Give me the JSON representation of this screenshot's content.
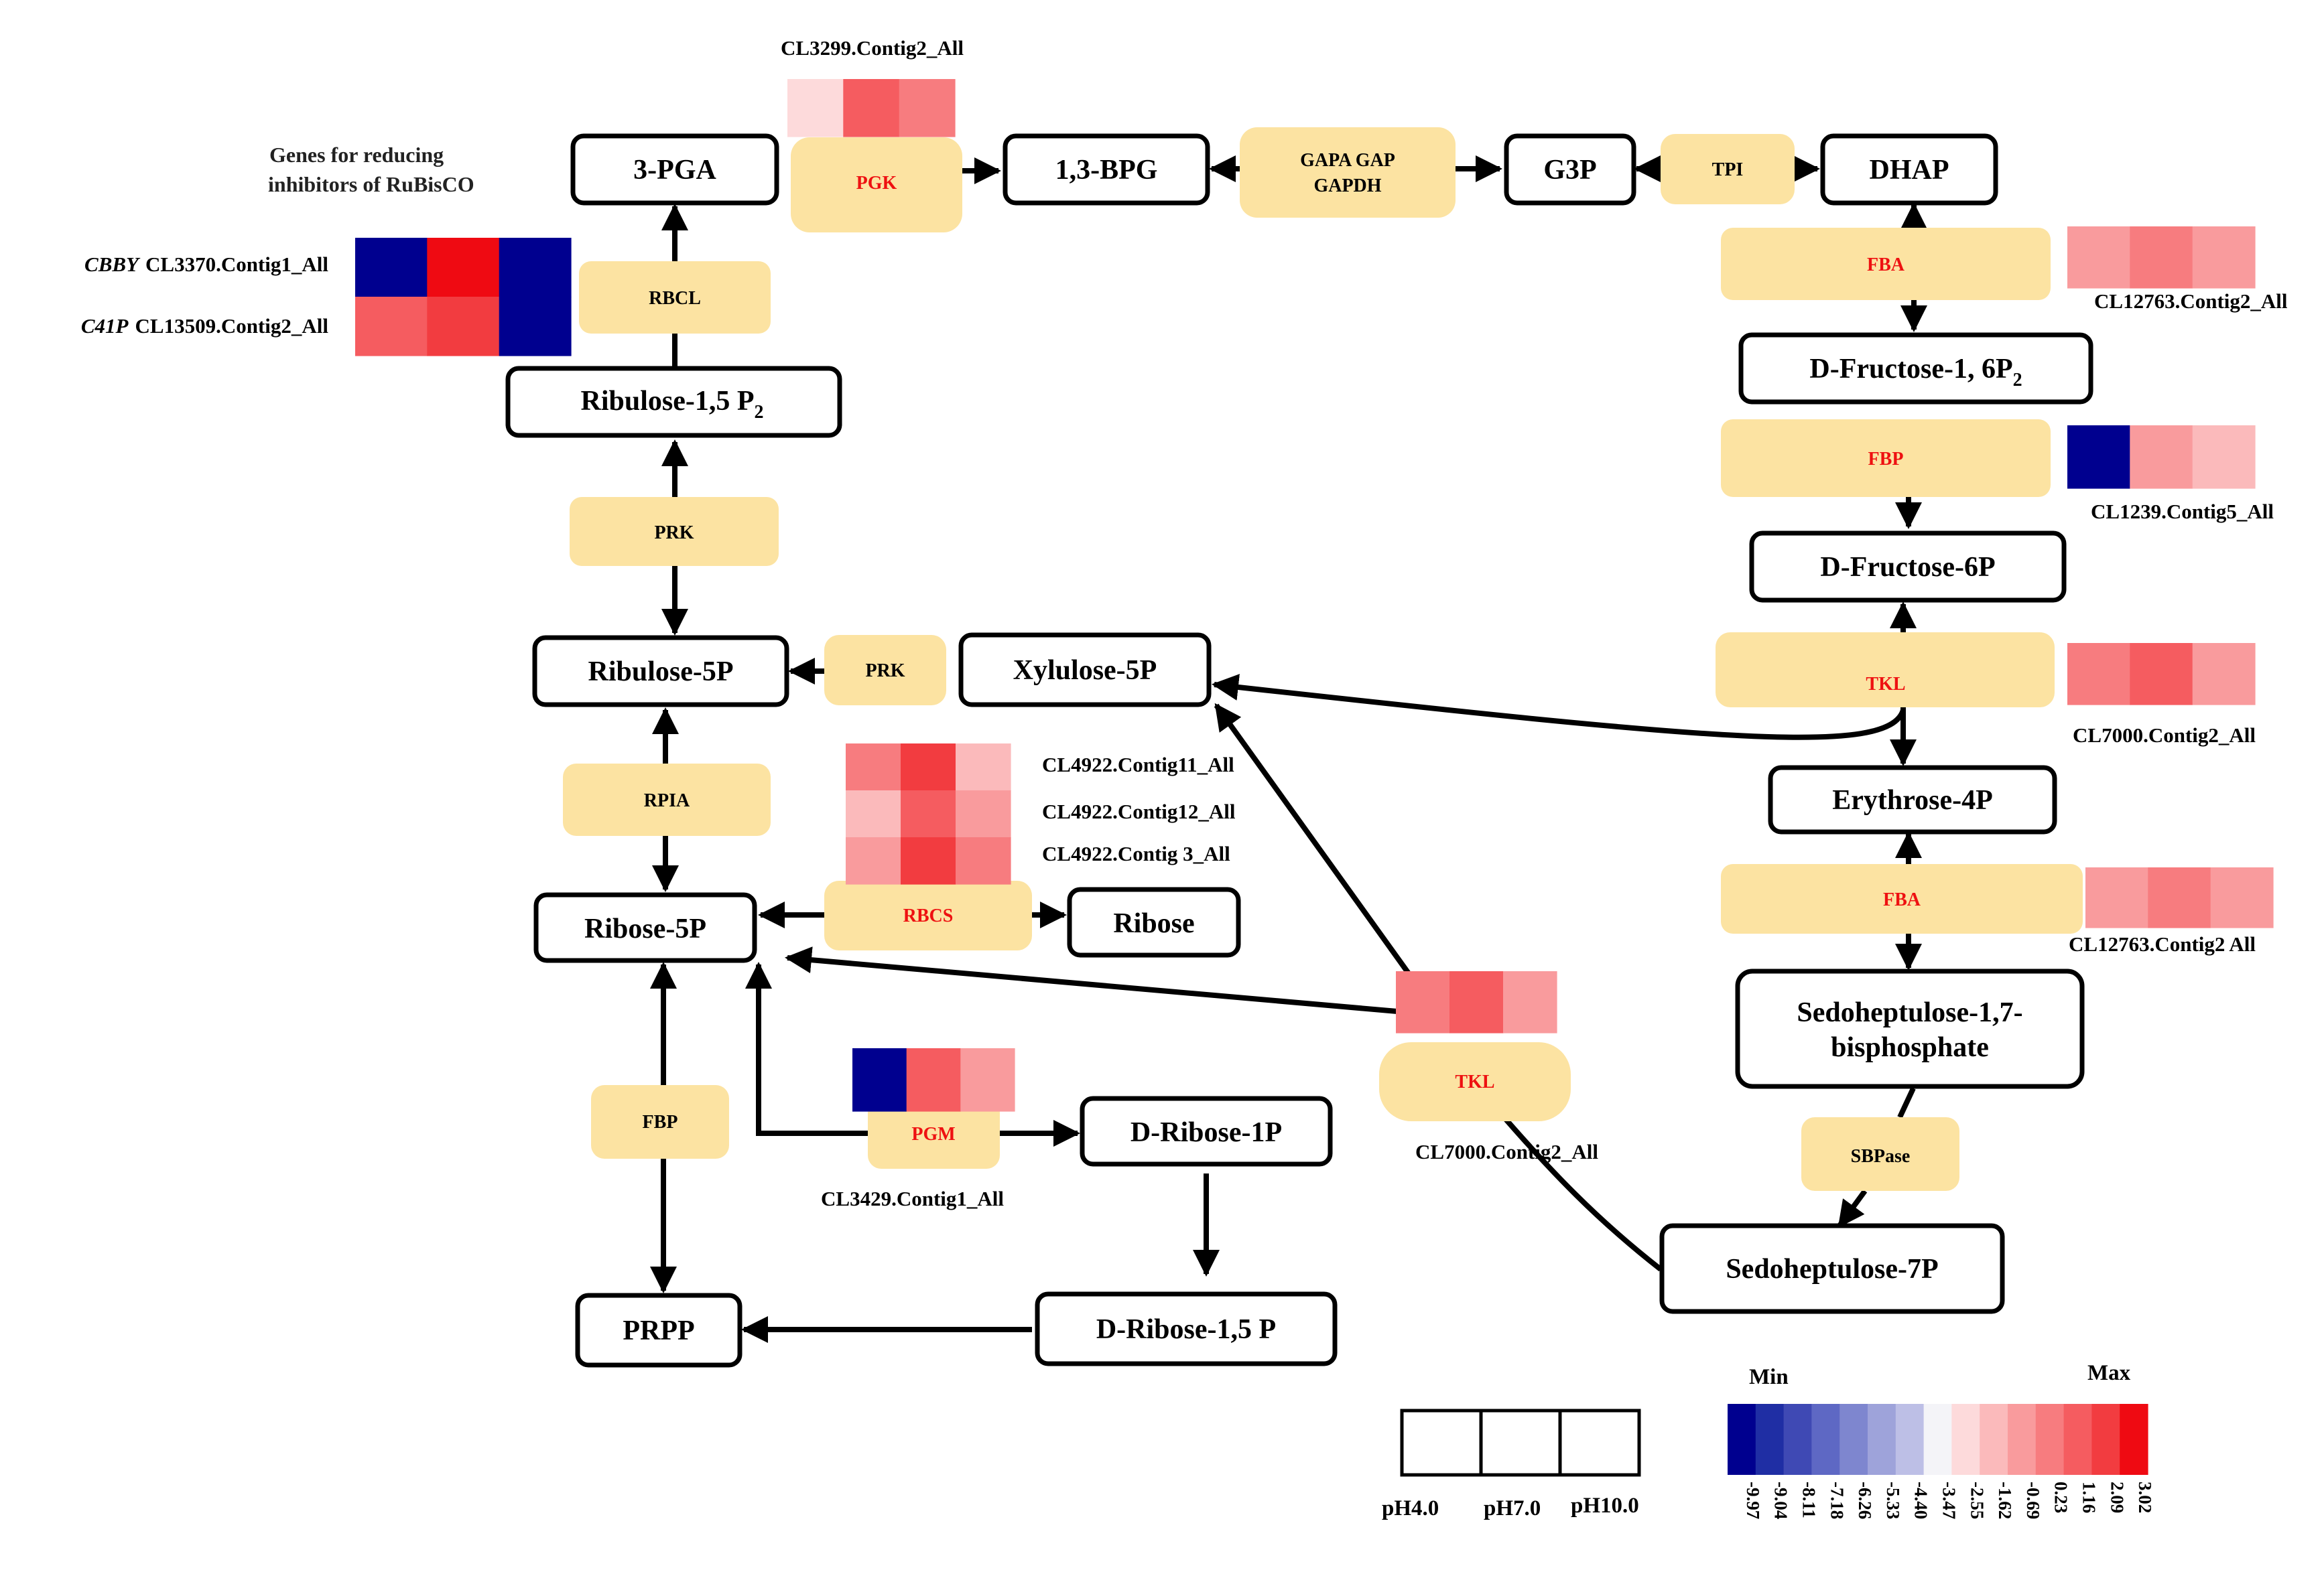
{
  "colors": {
    "enzyme_fill": "#fce3a2",
    "box_stroke": "#000000",
    "enzyme_red": "#ee1111"
  },
  "scale": {
    "min_label": "Min",
    "max_label": "Max",
    "ticks": [
      "-9.97",
      "-9.04",
      "-8.11",
      "-7.18",
      "-6.26",
      "-5.33",
      "-4.40",
      "-3.47",
      "-2.55",
      "-1.62",
      "-0.69",
      "0.23",
      "1.16",
      "2.09",
      "3.02"
    ],
    "colors": [
      "#00008f",
      "#1f2ea4",
      "#3f49b4",
      "#5e68c4",
      "#7e86cf",
      "#9ea3da",
      "#bdbfe6",
      "#f4f4f8",
      "#fddadb",
      "#fbbabb",
      "#f99b9d",
      "#f77c7f",
      "#f55c60",
      "#f23c40",
      "#ef0a12"
    ]
  },
  "sample_legend": {
    "labels": [
      "pH4.0",
      "pH7.0",
      "pH10.0"
    ]
  },
  "note": {
    "lines": [
      "Genes for reducing",
      "inhibitors of RuBisCO"
    ]
  },
  "metabolites": {
    "pga": "3-PGA",
    "bpg": "1,3-BPG",
    "g3p": "G3P",
    "dhap": "DHAP",
    "rubp": "Ribulose-1,5 P",
    "rubp_sub": "2",
    "fbp_met": "D-Fructose-1, 6P",
    "fbp_met_sub": "2",
    "f6p": "D-Fructose-6P",
    "ru5p": "Ribulose-5P",
    "xu5p": "Xylulose-5P",
    "e4p": "Erythrose-4P",
    "r5p": "Ribose-5P",
    "ribose": "Ribose",
    "sbp_1": "Sedoheptulose-1,7-",
    "sbp_2": "bisphosphate",
    "r1p": "D-Ribose-1P",
    "prpp": "PRPP",
    "r15p": "D-Ribose-1,5 P",
    "s7p": "Sedoheptulose-7P"
  },
  "enzymes": {
    "pgk": "PGK",
    "gapa_1": "GAPA  GAP",
    "gapa_2": "GAPDH",
    "tpi": "TPI",
    "fba_top": "FBA",
    "rbcl": "RBCL",
    "fbp_right": "FBP",
    "prk_vert": "PRK",
    "prk_horiz": "PRK",
    "tkl_right": "TKL",
    "rpia": "RPIA",
    "rbcs": "RBCS",
    "fba_bottom": "FBA",
    "tkl_mid": "TKL",
    "fbp_left": "FBP",
    "pgm": "PGM",
    "sbpase": "SBPase"
  },
  "genes": {
    "cl3299": "CL3299.Contig2_All",
    "cbby_gene": "CBBY",
    "cbby_id": "CL3370.Contig1_All",
    "c41p_gene": "C41P",
    "c41p_id": "CL13509.Contig2_All",
    "cl12763_top": "CL12763.Contig2_All",
    "cl1239": "CL1239.Contig5_All",
    "cl7000_right": "CL7000.Contig2_All",
    "cl4922_11": "CL4922.Contig11_All",
    "cl4922_12": "CL4922.Contig12_All",
    "cl4922_3": "CL4922.Contig 3_All",
    "cl12763_bottom": "CL12763.Contig2  All",
    "cl7000_mid": "CL7000.Contig2_All",
    "cl3429": "CL3429.Contig1_All"
  },
  "heatmaps": {
    "cl3299": [
      [
        "#fddadb",
        "#f55c60",
        "#f77c7f"
      ]
    ],
    "rbcl": [
      [
        "#00008f",
        "#ef0a12",
        "#00008f"
      ],
      [
        "#f55c60",
        "#f23c40",
        "#00008f"
      ]
    ],
    "cl12763_top": [
      [
        "#f99b9d",
        "#f77c7f",
        "#f99b9d"
      ]
    ],
    "cl1239": [
      [
        "#00008f",
        "#f99b9d",
        "#fbbabb"
      ]
    ],
    "cl7000_right": [
      [
        "#f77c7f",
        "#f55c60",
        "#f99b9d"
      ]
    ],
    "cl4922": [
      [
        "#f77c7f",
        "#f23c40",
        "#fbbabb"
      ],
      [
        "#fbbabb",
        "#f55c60",
        "#f99b9d"
      ],
      [
        "#f99b9d",
        "#f23c40",
        "#f77c7f"
      ]
    ],
    "cl12763_bottom": [
      [
        "#f99b9d",
        "#f77c7f",
        "#f99b9d"
      ]
    ],
    "cl7000_mid": [
      [
        "#f77c7f",
        "#f55c60",
        "#f99b9d"
      ]
    ],
    "cl3429": [
      [
        "#00008f",
        "#f55c60",
        "#f99b9d"
      ]
    ]
  }
}
